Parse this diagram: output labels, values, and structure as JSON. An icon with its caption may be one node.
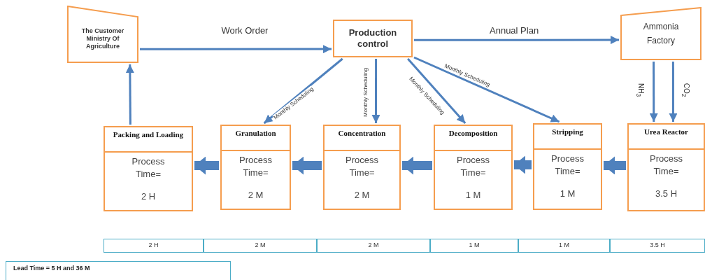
{
  "diagram": {
    "nodes": [
      {
        "text": [
          "The Customer Ministry Of Agriculture"
        ]
      },
      {
        "text": [
          "Production control"
        ]
      },
      {
        "text": [
          "Ammonia Factory"
        ]
      },
      {
        "text": [
          "Packing and Loading",
          "Process Time=",
          "2 H"
        ]
      },
      {
        "text": [
          "Granulation",
          "Process Time=",
          "2 M"
        ]
      },
      {
        "text": [
          "Concentration",
          "Process Time=",
          "2 M"
        ]
      },
      {
        "text": [
          "Decomposition",
          "Process Time=",
          "1 M"
        ]
      },
      {
        "text": [
          "Stripping",
          "Process Time=",
          "1 M"
        ]
      },
      {
        "text": [
          "Urea Reactor",
          "Process Time=",
          "3.5 H"
        ]
      }
    ],
    "edges": [
      {
        "from": 0,
        "to": 1,
        "arrow": "to",
        "label": "Work Order"
      },
      {
        "from": 1,
        "to": 2,
        "arrow": "to",
        "label": "Annual Plan"
      },
      {
        "from": 1,
        "to": 4,
        "arrow": "to",
        "label": "Monthly Scheduling"
      },
      {
        "from": 1,
        "to": 5,
        "arrow": "to",
        "label": "Monthly Scheduling"
      },
      {
        "from": 1,
        "to": 6,
        "arrow": "to",
        "label": "Monthly Scheduling"
      },
      {
        "from": 1,
        "to": 7,
        "arrow": "to",
        "label": "Monthly Scheduling"
      },
      {
        "from": 2,
        "to": 8,
        "arrow": "to",
        "label": "NH$_{3}$"
      },
      {
        "from": 2,
        "to": 8,
        "arrow": "to",
        "label": "CO$_{2}$"
      },
      {
        "from": 3,
        "to": 0,
        "arrow": "to"
      },
      {
        "from": 4,
        "to": 3,
        "arrow": "to",
        "style": "thick"
      },
      {
        "from": 5,
        "to": 4,
        "arrow": "to",
        "style": "thick"
      },
      {
        "from": 6,
        "to": 5,
        "arrow": "to",
        "style": "thick"
      },
      {
        "from": 7,
        "to": 6,
        "arrow": "to",
        "style": "thick"
      },
      {
        "from": 8,
        "to": 7,
        "arrow": "to",
        "style": "thick"
      }
    ],
    "labels": [
      "2 H",
      "2 M",
      "2 M",
      "1 M",
      "1 M",
      "3.5 H",
      "Lead Time = 5 H and 36 M"
    ]
  }
}
